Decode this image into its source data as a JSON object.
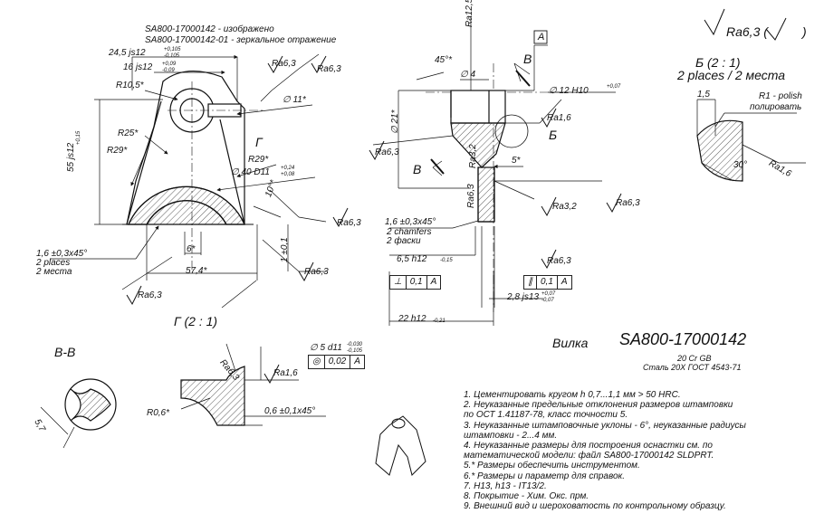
{
  "title_block": {
    "name": "Вилка",
    "code": "SA800-17000142",
    "material_1": "20 Cr GB",
    "material_2": "Сталь 20Х ГОСТ 4543-71"
  },
  "header": {
    "line_1": "SA800-17000142 - изображено",
    "line_2": "SA800-17000142-01 - зеркальное отражение"
  },
  "roughness": {
    "general": "Ra6,3 (",
    "ra63": "Ra6,3",
    "ra16": "Ra1,6",
    "ra32": "Ra3,2",
    "ra125": "Ra12,5"
  },
  "views": {
    "detail_b": "Б (2 : 1)",
    "detail_b_places": "2 places / 2 места",
    "detail_g": "Г (2 : 1)",
    "section_v": "В-В",
    "label_b": "Б",
    "label_g": "Г",
    "label_v": "В",
    "label_a": "А"
  },
  "dims": {
    "d245": "24,5 js12",
    "d245_tol": [
      "+0,105",
      "-0,105"
    ],
    "d16": "16 js12",
    "d16_tol": [
      "+0,09",
      "-0,09"
    ],
    "r105": "R10,5*",
    "d11": "∅ 11*",
    "r25": "R25*",
    "r29a": "R29*",
    "r29b": "R29*",
    "g_label": "Г",
    "d55": "55 js12",
    "d55_tol": [
      "+0,15",
      "-0,15"
    ],
    "d40": "∅ 40 D11",
    "d40_tol": [
      "+0,24",
      "+0,08"
    ],
    "ang10": "10°*",
    "d6": "6*",
    "d574": "57,4*",
    "d1": "1 ±0,1",
    "chamfer1": "1,6 ±0,3x45°",
    "chamfer1_places": "2 places",
    "chamfer1_mesta": "2 места",
    "ang45": "45°*",
    "d4": "∅ 4",
    "d12": "∅ 12 H10",
    "d12_tol": "+0,07",
    "d21": "∅ 21*",
    "d5": "5*",
    "chamfer2": "1,6 ±0,3x45°",
    "chamfer2_en": "2 chamfers",
    "chamfer2_ru": "2 фаски",
    "d65": "6,5 h12",
    "d65_tol": "-0,15",
    "d28": "2,8 js13",
    "d28_tol": [
      "+0,07",
      "-0,07"
    ],
    "d22": "22 h12",
    "d22_tol": "-0,21",
    "d15": "1,5",
    "r1": "R1 - polish",
    "r1_ru": "полировать",
    "ang30": "30°",
    "d5d11": "∅ 5 d11",
    "d5d11_tol": [
      "-0,030",
      "-0,105"
    ],
    "r06": "R0,6*",
    "d06": "0,6 ±0,1x45°",
    "d57": "5,7"
  },
  "frames": {
    "perp": [
      "⊥",
      "0,1",
      "А"
    ],
    "par": [
      "∥",
      "0,1",
      "А"
    ],
    "cyl": [
      "◎",
      "0,02",
      "А"
    ]
  },
  "notes": [
    "1. Цементировать кругом  h 0,7...1,1 мм  > 50 HRC.",
    "2. Неуказанные предельные отклонения размеров штамповки",
    "по ОСТ 1.41187-78, класс точности 5.",
    "3. Неуказанные штамповочные уклоны - 6°, неуказанные радиусы",
    "штамповки - 2...4 мм.",
    "4. Неуказанные размеры для построения оснастки см. по",
    "математической модели: файл SA800-17000142 SLDPRT.",
    "5.* Размеры обеспечить инструментом.",
    "6.* Размеры и параметр для справок.",
    "7. H13, h13 - IT13/2.",
    "8. Покрытие - Хим. Окс. прм.",
    "9. Внешний вид и шероховатость по контрольному образцу."
  ]
}
